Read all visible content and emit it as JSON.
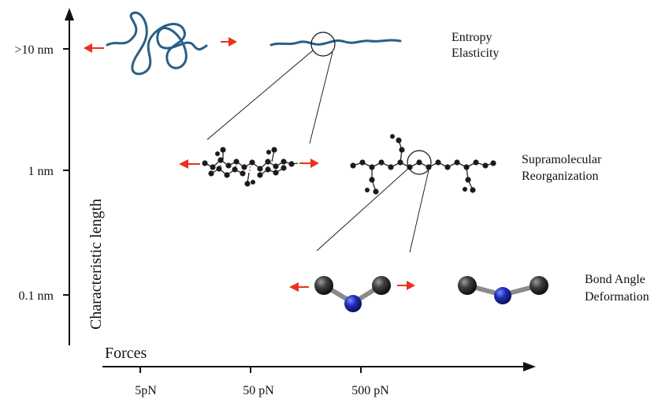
{
  "axes": {
    "y_label": "Characteristic length",
    "x_label": "Forces",
    "y_ticks": [
      ">10 nm",
      "1 nm",
      "0.1 nm"
    ],
    "x_ticks": [
      "5pN",
      "50 pN",
      "500 pN"
    ]
  },
  "levels": [
    {
      "title_line1": "Entropy",
      "title_line2": "Elasticity"
    },
    {
      "title_line1": "Supramolecular",
      "title_line2": "Reorganization"
    },
    {
      "title_line1": "Bond Angle",
      "title_line2": "Deformation"
    }
  ],
  "colors": {
    "axis": "#111111",
    "polymer": "#2a5f86",
    "arrow": "#e8321e",
    "atom": "#1b1b1b",
    "atom_grey": "#3a3a3a",
    "atom_blue": "#1f2fb0",
    "bond": "#777777",
    "h_bond": "#e05a1a"
  }
}
